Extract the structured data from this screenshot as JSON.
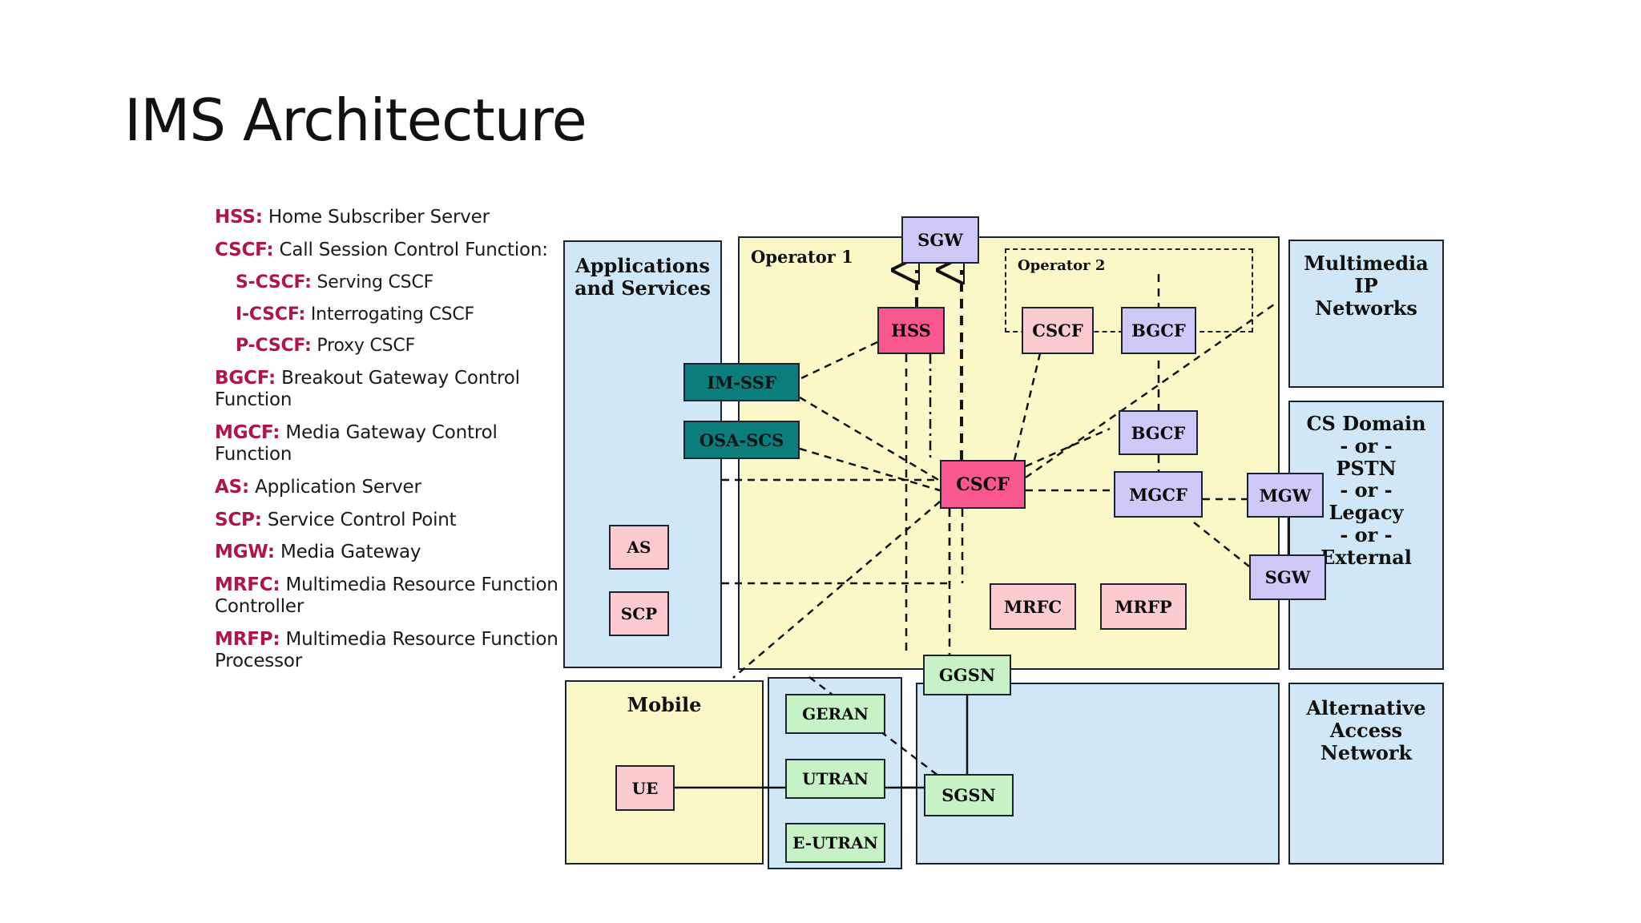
{
  "slide": {
    "title": "IMS Architecture"
  },
  "legend": {
    "items": [
      {
        "key": "HSS:",
        "value": " Home Subscriber Server",
        "indent": false
      },
      {
        "key": "CSCF:",
        "value": " Call Session Control Function:",
        "indent": false
      },
      {
        "key": "S-CSCF:",
        "value": " Serving CSCF",
        "indent": true
      },
      {
        "key": "I-CSCF:",
        "value": " Interrogating CSCF",
        "indent": true
      },
      {
        "key": "P-CSCF:",
        "value": " Proxy CSCF",
        "indent": true
      },
      {
        "key": "BGCF:",
        "value": " Breakout Gateway Control Function",
        "indent": false
      },
      {
        "key": "MGCF:",
        "value": " Media Gateway Control Function",
        "indent": false
      },
      {
        "key": "AS:",
        "value": " Application Server",
        "indent": false
      },
      {
        "key": "SCP:",
        "value": " Service Control Point",
        "indent": false
      },
      {
        "key": "MGW:",
        "value": " Media Gateway",
        "indent": false
      },
      {
        "key": "MRFC:",
        "value": " Multimedia Resource Function Controller",
        "indent": false
      },
      {
        "key": "MRFP:",
        "value": " Multimedia Resource Function Processor",
        "indent": false
      }
    ]
  },
  "diagram": {
    "zones": [
      {
        "id": "applications",
        "label": "Applications\nand Services"
      },
      {
        "id": "operator1",
        "label": "Operator 1"
      },
      {
        "id": "operator2",
        "label": "Operator 2"
      },
      {
        "id": "multimedia-ip",
        "label": "Multimedia\nIP\nNetworks"
      },
      {
        "id": "cs-domain",
        "label": "CS Domain\n- or -\nPSTN\n- or -\nLegacy\n- or -\nExternal"
      },
      {
        "id": "mobile",
        "label": "Mobile"
      },
      {
        "id": "radio-access",
        "label": ""
      },
      {
        "id": "packet-core",
        "label": ""
      },
      {
        "id": "alternative-access",
        "label": "Alternative\nAccess\nNetwork"
      }
    ],
    "nodes": [
      {
        "id": "sgw-top",
        "label": "SGW"
      },
      {
        "id": "hss",
        "label": "HSS"
      },
      {
        "id": "cscf-op2",
        "label": "CSCF"
      },
      {
        "id": "bgcf-op2",
        "label": "BGCF"
      },
      {
        "id": "im-ssf",
        "label": "IM-SSF"
      },
      {
        "id": "osa-scs",
        "label": "OSA-SCS"
      },
      {
        "id": "bgcf",
        "label": "BGCF"
      },
      {
        "id": "cscf",
        "label": "CSCF"
      },
      {
        "id": "mgcf",
        "label": "MGCF"
      },
      {
        "id": "mgw",
        "label": "MGW"
      },
      {
        "id": "sgw",
        "label": "SGW"
      },
      {
        "id": "as",
        "label": "AS"
      },
      {
        "id": "scp",
        "label": "SCP"
      },
      {
        "id": "mrfc",
        "label": "MRFC"
      },
      {
        "id": "mrfp",
        "label": "MRFP"
      },
      {
        "id": "ggsn",
        "label": "GGSN"
      },
      {
        "id": "geran",
        "label": "GERAN"
      },
      {
        "id": "utran",
        "label": "UTRAN"
      },
      {
        "id": "e-utran",
        "label": "E-UTRAN"
      },
      {
        "id": "ue",
        "label": "UE"
      },
      {
        "id": "sgsn",
        "label": "SGSN"
      }
    ],
    "colors": {
      "accent_key": "#b0144a",
      "zone_blue": "#cfe7f7",
      "zone_yellow": "#fbf8c8",
      "node_pink_strong": "#f8588f",
      "node_pink_light": "#fbcbd0",
      "node_purple": "#cfc9f7",
      "node_teal": "#0b7d7d",
      "node_green": "#c6f2c6",
      "stroke": "#1b2330"
    }
  }
}
